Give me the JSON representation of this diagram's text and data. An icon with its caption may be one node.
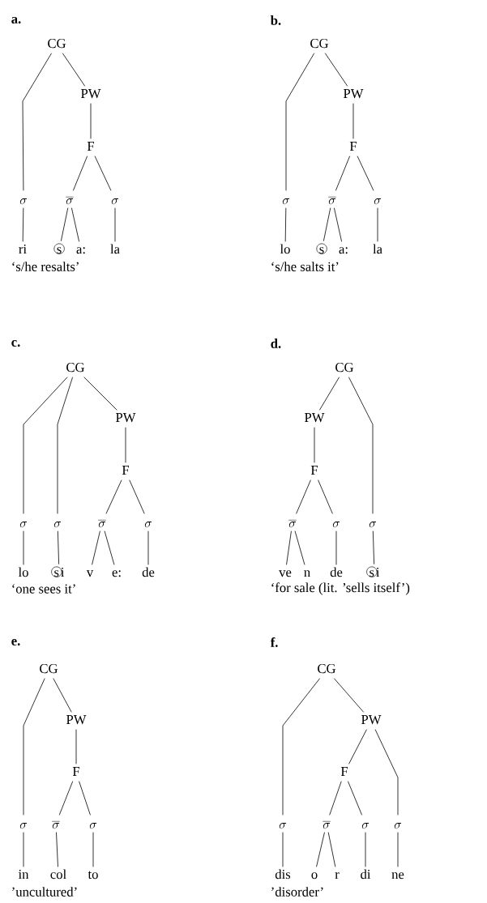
{
  "diagram": {
    "nodes": [
      {
        "text": [
          "CG"
        ]
      },
      {
        "text": [
          "PW"
        ]
      },
      {
        "text": [
          "F"
        ]
      },
      {
        "text": [
          "\\sigma"
        ]
      },
      {
        "text": [
          "\\overline{\\sigma}"
        ]
      },
      {
        "text": [
          "\\sigma"
        ]
      },
      {
        "text": [
          "ri"
        ]
      },
      {
        "text": [
          "s"
        ]
      },
      {
        "text": [
          "a:"
        ]
      },
      {
        "text": [
          "la"
        ]
      },
      {
        "text": [
          "CG"
        ]
      },
      {
        "text": [
          "PW"
        ]
      },
      {
        "text": [
          "F"
        ]
      },
      {
        "text": [
          "\\sigma"
        ]
      },
      {
        "text": [
          "\\overline{\\sigma}"
        ]
      },
      {
        "text": [
          "\\sigma"
        ]
      },
      {
        "text": [
          "lo"
        ]
      },
      {
        "text": [
          "s"
        ]
      },
      {
        "text": [
          "a:"
        ]
      },
      {
        "text": [
          "la"
        ]
      },
      {
        "text": [
          "CG"
        ]
      },
      {
        "text": [
          "PW"
        ]
      },
      {
        "text": [
          "F"
        ]
      },
      {
        "text": [
          "\\sigma"
        ]
      },
      {
        "text": [
          "\\sigma"
        ]
      },
      {
        "text": [
          "\\overline{\\sigma}"
        ]
      },
      {
        "text": [
          "\\sigma"
        ]
      },
      {
        "text": [
          "lo"
        ]
      },
      {
        "text": [
          "si"
        ]
      },
      {
        "text": [
          "v"
        ]
      },
      {
        "text": [
          "e:"
        ]
      },
      {
        "text": [
          "de"
        ]
      },
      {
        "text": [
          "CG"
        ]
      },
      {
        "text": [
          "PW"
        ]
      },
      {
        "text": [
          "F"
        ]
      },
      {
        "text": [
          "\\overline{\\sigma}"
        ]
      },
      {
        "text": [
          "\\sigma"
        ]
      },
      {
        "text": [
          "\\sigma"
        ]
      },
      {
        "text": [
          "ve"
        ]
      },
      {
        "text": [
          "n"
        ]
      },
      {
        "text": [
          "de"
        ]
      },
      {
        "text": [
          "si"
        ]
      },
      {
        "text": [
          "CG"
        ]
      },
      {
        "text": [
          "PW"
        ]
      },
      {
        "text": [
          "F"
        ]
      },
      {
        "text": [
          "\\sigma"
        ]
      },
      {
        "text": [
          "\\overline{\\sigma}"
        ]
      },
      {
        "text": [
          "\\sigma"
        ]
      },
      {
        "text": [
          "in"
        ]
      },
      {
        "text": [
          "col"
        ]
      },
      {
        "text": [
          "to"
        ]
      },
      {
        "text": [
          "CG"
        ]
      },
      {
        "text": [
          "PW"
        ]
      },
      {
        "text": [
          "F"
        ]
      },
      {
        "text": [
          "\\sigma"
        ]
      },
      {
        "text": [
          "\\overline{\\sigma}"
        ]
      },
      {
        "text": [
          "\\sigma"
        ]
      },
      {
        "text": [
          "\\sigma"
        ]
      },
      {
        "text": [
          "dis"
        ]
      },
      {
        "text": [
          "o"
        ]
      },
      {
        "text": [
          "r"
        ]
      },
      {
        "text": [
          "di"
        ]
      },
      {
        "text": [
          "ne"
        ]
      }
    ],
    "edges": [
      {
        "from": 0,
        "to": 3,
        "arrow": "none"
      },
      {
        "from": 0,
        "to": 1,
        "arrow": "none"
      },
      {
        "from": 1,
        "to": 2,
        "arrow": "none"
      },
      {
        "from": 2,
        "to": 4,
        "arrow": "none"
      },
      {
        "from": 2,
        "to": 5,
        "arrow": "none"
      },
      {
        "from": 3,
        "to": 6,
        "arrow": "none"
      },
      {
        "from": 4,
        "to": 7,
        "arrow": "none"
      },
      {
        "from": 4,
        "to": 8,
        "arrow": "none"
      },
      {
        "from": 5,
        "to": 9,
        "arrow": "none"
      },
      {
        "from": 10,
        "to": 13,
        "arrow": "none"
      },
      {
        "from": 10,
        "to": 11,
        "arrow": "none"
      },
      {
        "from": 11,
        "to": 12,
        "arrow": "none"
      },
      {
        "from": 12,
        "to": 14,
        "arrow": "none"
      },
      {
        "from": 12,
        "to": 15,
        "arrow": "none"
      },
      {
        "from": 13,
        "to": 16,
        "arrow": "none"
      },
      {
        "from": 14,
        "to": 17,
        "arrow": "none"
      },
      {
        "from": 14,
        "to": 18,
        "arrow": "none"
      },
      {
        "from": 15,
        "to": 19,
        "arrow": "none"
      },
      {
        "from": 20,
        "to": 23,
        "arrow": "none"
      },
      {
        "from": 20,
        "to": 24,
        "arrow": "none"
      },
      {
        "from": 20,
        "to": 21,
        "arrow": "none"
      },
      {
        "from": 21,
        "to": 22,
        "arrow": "none"
      },
      {
        "from": 22,
        "to": 25,
        "arrow": "none"
      },
      {
        "from": 22,
        "to": 26,
        "arrow": "none"
      },
      {
        "from": 23,
        "to": 27,
        "arrow": "none"
      },
      {
        "from": 24,
        "to": 28,
        "arrow": "none"
      },
      {
        "from": 25,
        "to": 29,
        "arrow": "none"
      },
      {
        "from": 25,
        "to": 30,
        "arrow": "none"
      },
      {
        "from": 26,
        "to": 31,
        "arrow": "none"
      },
      {
        "from": 32,
        "to": 33,
        "arrow": "none"
      },
      {
        "from": 32,
        "to": 37,
        "arrow": "none"
      },
      {
        "from": 33,
        "to": 34,
        "arrow": "none"
      },
      {
        "from": 34,
        "to": 35,
        "arrow": "none"
      },
      {
        "from": 34,
        "to": 36,
        "arrow": "none"
      },
      {
        "from": 35,
        "to": 38,
        "arrow": "none"
      },
      {
        "from": 35,
        "to": 39,
        "arrow": "none"
      },
      {
        "from": 36,
        "to": 40,
        "arrow": "none"
      },
      {
        "from": 37,
        "to": 41,
        "arrow": "none"
      },
      {
        "from": 42,
        "to": 45,
        "arrow": "none"
      },
      {
        "from": 42,
        "to": 43,
        "arrow": "none"
      },
      {
        "from": 43,
        "to": 44,
        "arrow": "none"
      },
      {
        "from": 44,
        "to": 46,
        "arrow": "none"
      },
      {
        "from": 44,
        "to": 47,
        "arrow": "none"
      },
      {
        "from": 45,
        "to": 48,
        "arrow": "none"
      },
      {
        "from": 46,
        "to": 49,
        "arrow": "none"
      },
      {
        "from": 47,
        "to": 50,
        "arrow": "none"
      },
      {
        "from": 51,
        "to": 54,
        "arrow": "none"
      },
      {
        "from": 51,
        "to": 52,
        "arrow": "none"
      },
      {
        "from": 52,
        "to": 53,
        "arrow": "none"
      },
      {
        "from": 52,
        "to": 57,
        "arrow": "none"
      },
      {
        "from": 53,
        "to": 55,
        "arrow": "none"
      },
      {
        "from": 53,
        "to": 56,
        "arrow": "none"
      },
      {
        "from": 54,
        "to": 58,
        "arrow": "none"
      },
      {
        "from": 55,
        "to": 59,
        "arrow": "none"
      },
      {
        "from": 55,
        "to": 60,
        "arrow": "none"
      },
      {
        "from": 56,
        "to": 61,
        "arrow": "none"
      },
      {
        "from": 57,
        "to": 62,
        "arrow": "none"
      }
    ],
    "labels": [
      "a.",
      "‘s/he resalts’",
      "b.",
      "‘s/he salts it’",
      "c.",
      "‘one sees it’",
      "d.",
      "‘for sale (lit. ’sells itself’)",
      "e.",
      "’uncultured’",
      "f.",
      "’disorder’"
    ]
  }
}
